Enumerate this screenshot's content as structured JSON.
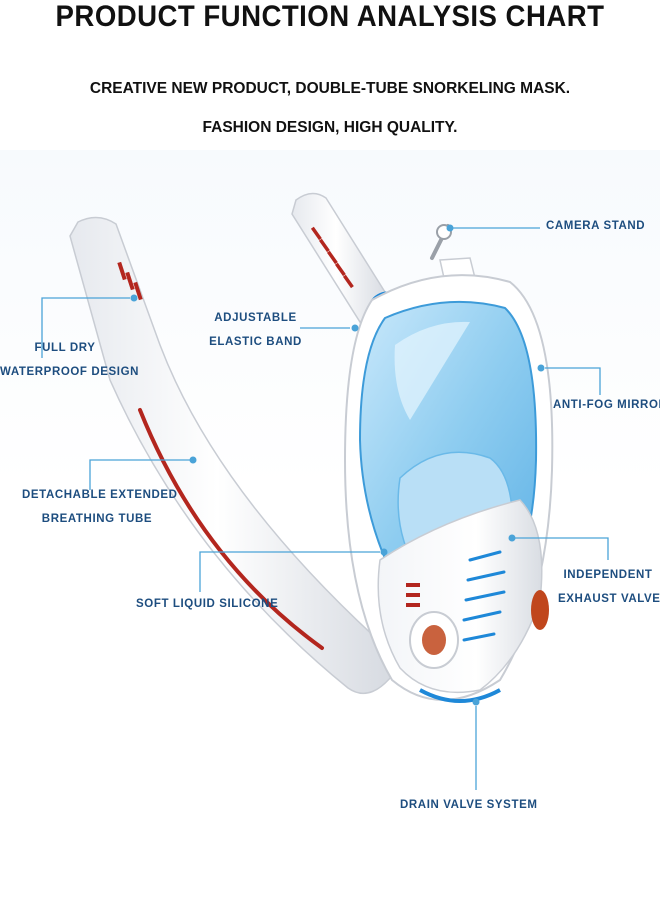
{
  "header": {
    "title": "PRODUCT FUNCTION ANALYSIS CHART",
    "subtitle_line1": "CREATIVE NEW PRODUCT, DOUBLE-TUBE SNORKELING MASK.",
    "subtitle_line2": "FASHION DESIGN, HIGH QUALITY."
  },
  "callouts": {
    "camera_stand": "CAMERA STAND",
    "adjustable_line1": "ADJUSTABLE",
    "adjustable_line2": "ELASTIC BAND",
    "full_dry_line1": "FULL DRY",
    "full_dry_line2": "WATERPROOF DESIGN",
    "anti_fog": "ANTI-FOG MIRROR",
    "detachable_line1": "DETACHABLE EXTENDED",
    "detachable_line2": "BREATHING TUBE",
    "soft_silicone": "SOFT LIQUID SILICONE",
    "exhaust_line1": "INDEPENDENT",
    "exhaust_line2": "EXHAUST VALVE",
    "drain_valve": "DRAIN VALVE SYSTEM"
  },
  "colors": {
    "lens_blue": "#9fd2f0",
    "accent_blue": "#1e88d8",
    "callout_text": "#1d4d7f",
    "leader_line": "#4aa3d8",
    "tube_stripe": "#b3261e"
  }
}
